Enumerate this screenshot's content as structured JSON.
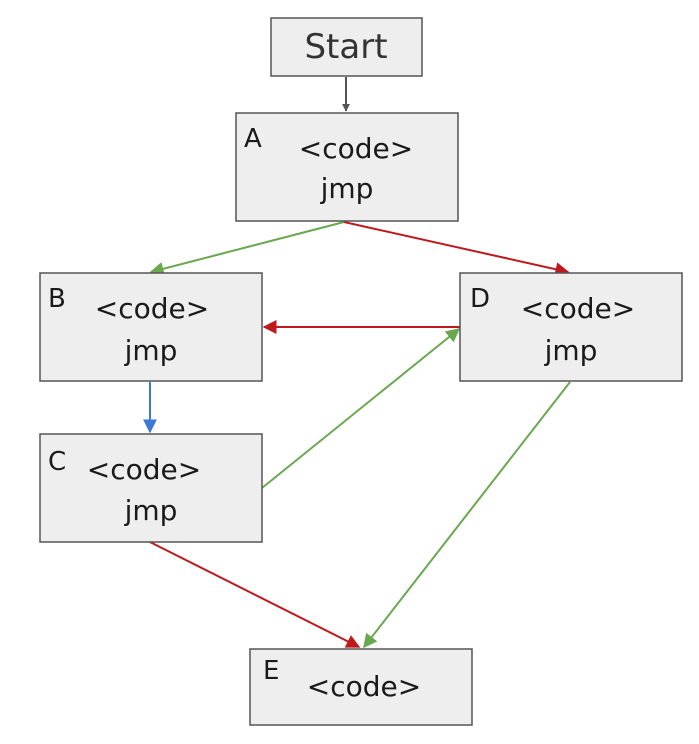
{
  "colors": {
    "node_fill": "#eeeeee",
    "node_stroke": "#555555",
    "edge_gray": "#555555",
    "edge_green": "#6aa84f",
    "edge_red": "#c0191c",
    "edge_blue": "#3c78d8"
  },
  "start": {
    "label": "Start"
  },
  "nodes": {
    "A": {
      "letter": "A",
      "code": "<code>",
      "jmp": "jmp"
    },
    "B": {
      "letter": "B",
      "code": "<code>",
      "jmp": "jmp"
    },
    "C": {
      "letter": "C",
      "code": "<code>",
      "jmp": "jmp"
    },
    "D": {
      "letter": "D",
      "code": "<code>",
      "jmp": "jmp"
    },
    "E": {
      "letter": "E",
      "code": "<code>"
    }
  },
  "edges": [
    {
      "from": "Start",
      "to": "A",
      "color": "gray"
    },
    {
      "from": "A",
      "to": "B",
      "color": "green"
    },
    {
      "from": "A",
      "to": "D",
      "color": "red"
    },
    {
      "from": "D",
      "to": "B",
      "color": "red"
    },
    {
      "from": "B",
      "to": "C",
      "color": "blue"
    },
    {
      "from": "C",
      "to": "D",
      "color": "green"
    },
    {
      "from": "D",
      "to": "E",
      "color": "green"
    },
    {
      "from": "C",
      "to": "E",
      "color": "red"
    }
  ]
}
